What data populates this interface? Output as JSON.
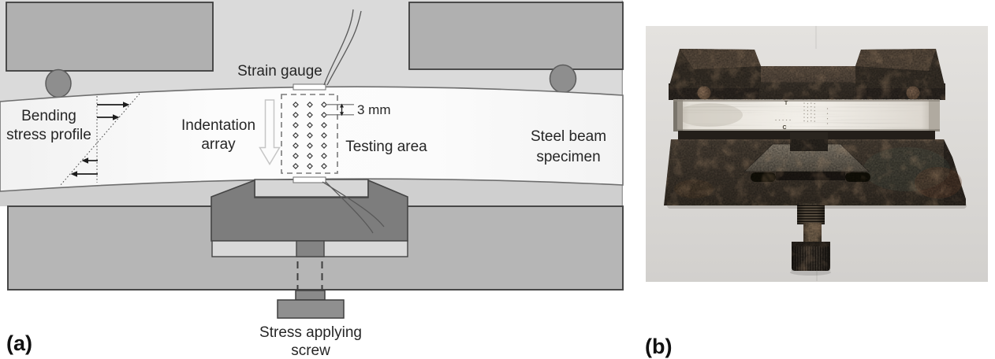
{
  "figure": {
    "panel_a_label": "(a)",
    "panel_b_label": "(b)"
  },
  "panel_a": {
    "type": "schematic-diagram",
    "labels": {
      "bending_line1": "Bending",
      "bending_line2": "stress profile",
      "strain_gauge": "Strain gauge",
      "indentation_line1": "Indentation",
      "indentation_line2": "array",
      "testing_area": "Testing area",
      "row_spacing": "3 mm",
      "steel_beam_line1": "Steel beam",
      "steel_beam_line2": "specimen",
      "screw_line1": "Stress applying",
      "screw_line2": "screw"
    },
    "indentation_grid": {
      "rows": 7,
      "columns": 3,
      "marker": "open-diamond",
      "row_spacing": "3 mm"
    },
    "colors": {
      "support_block": "#b0b0b0",
      "frame_light": "#dadada",
      "frame_mid": "#cfcfcf",
      "base": "#b6b6b6",
      "pusher": "#7d7d7d",
      "roller": "#8e8e8e",
      "beam": "#fbfbfb",
      "outline": "#424242"
    }
  },
  "panel_b": {
    "type": "photograph",
    "beam_mark_top": "T",
    "beam_mark_bottom": "C",
    "colors": {
      "backdrop": "#dcdad7",
      "dark_metal": "#3a322a",
      "rust": "#6b4a33",
      "patina": "#4a5a50",
      "steel_beam": "#efece6",
      "roller": "#6d5545"
    }
  }
}
